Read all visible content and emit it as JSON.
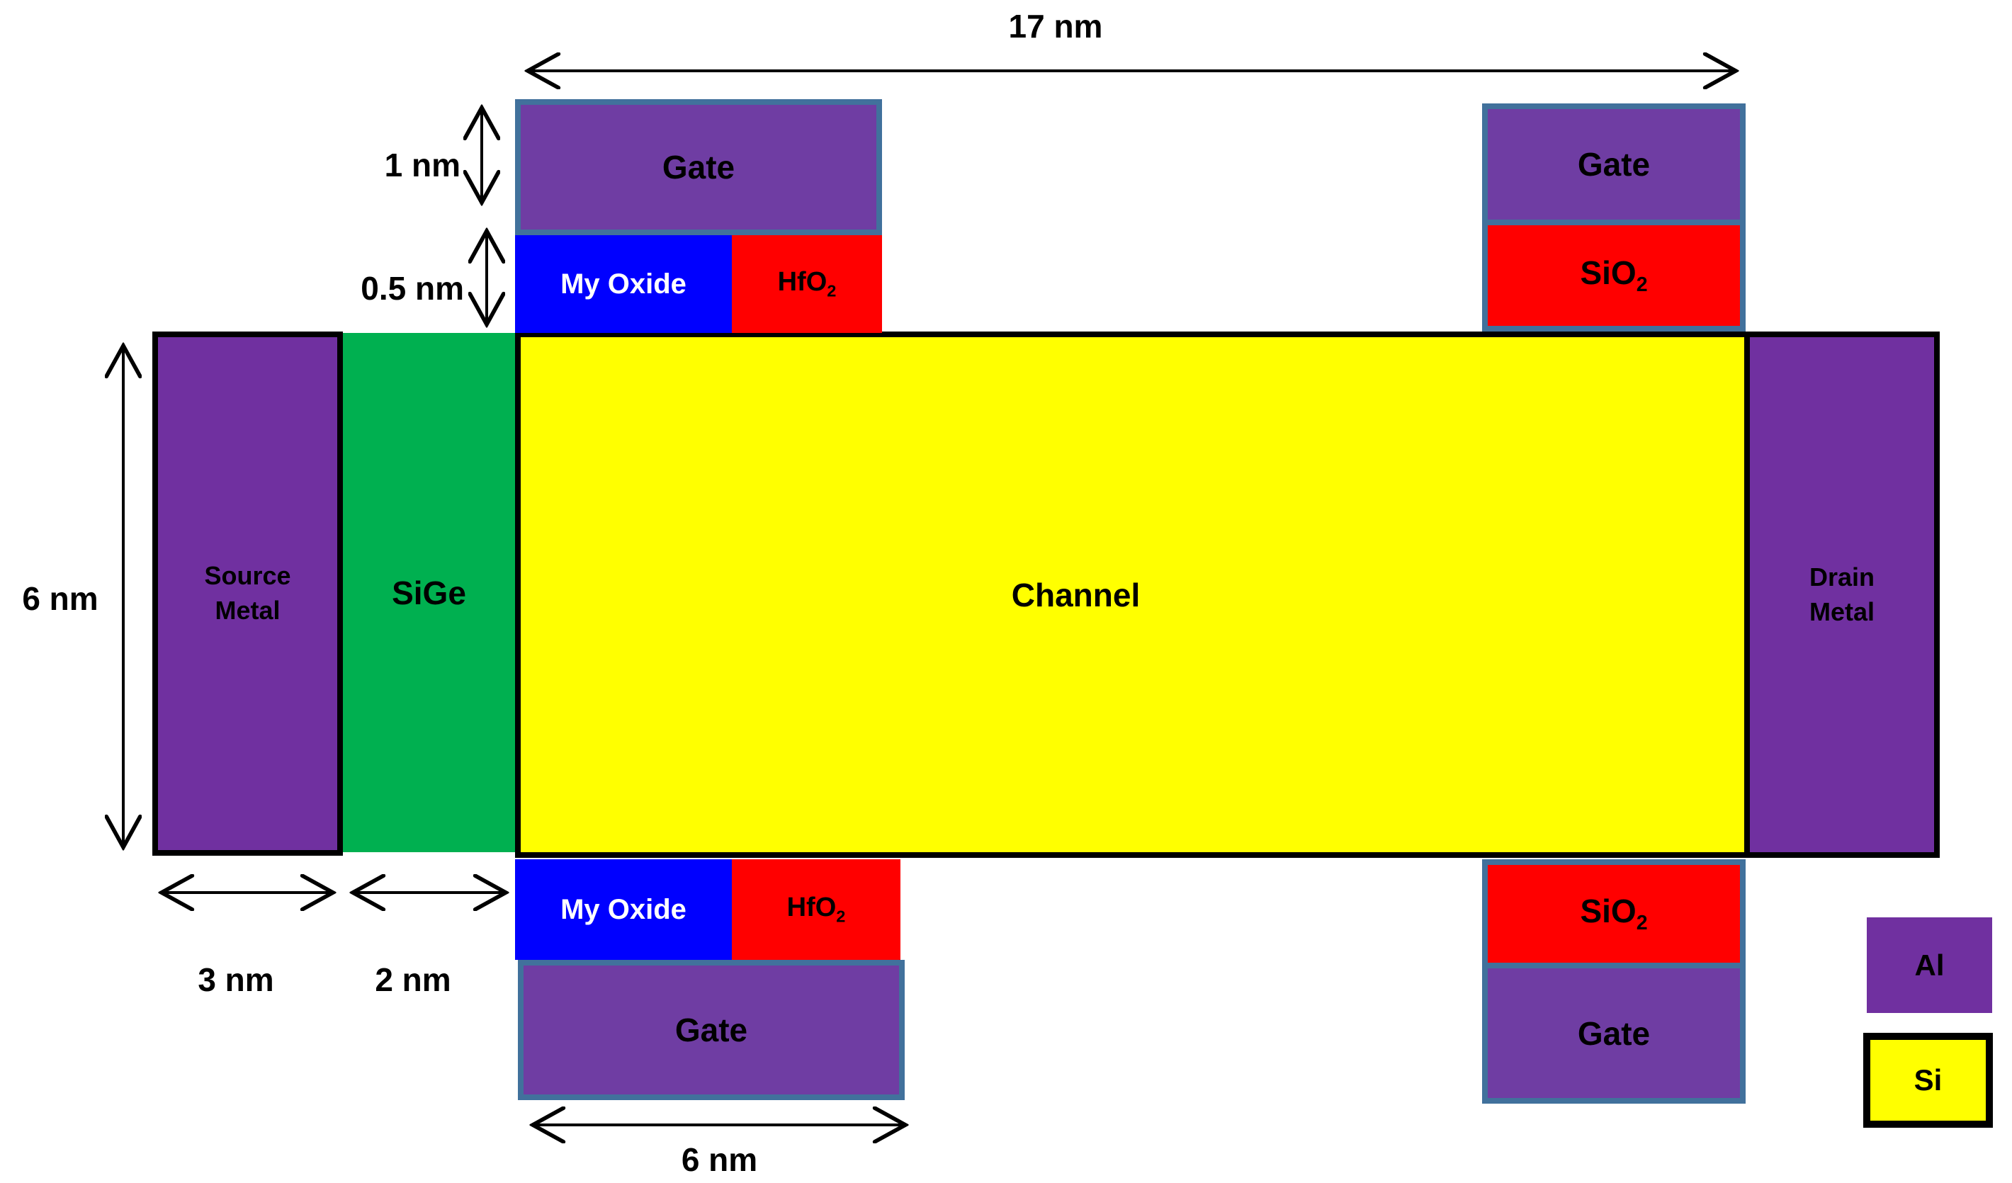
{
  "labels": {
    "gate": "Gate",
    "my_oxide": "My Oxide",
    "hfo2": {
      "base": "HfO",
      "sub": "2"
    },
    "sio2": {
      "base": "SiO",
      "sub": "2"
    },
    "source": {
      "line1": "Source",
      "line2": "Metal"
    },
    "drain": {
      "line1": "Drain",
      "line2": "Metal"
    },
    "sige": "SiGe",
    "channel": "Channel"
  },
  "dimensions": {
    "total_gate_span": "17 nm",
    "gate_thickness": "1 nm",
    "oxide_thickness": "0.5 nm",
    "channel_height": "6 nm",
    "source_width": "3 nm",
    "sige_width": "2 nm",
    "gate_length": "6 nm"
  },
  "legend": {
    "al": "Al",
    "si": "Si"
  },
  "colors": {
    "metal_purple": "#7030A0",
    "gate_purple": "#6F3DA3",
    "silicon_yellow": "#FFFF00",
    "sige_green": "#00B050",
    "my_oxide_blue": "#0000FF",
    "hfo2_red": "#FF0000",
    "sio2_red": "#FF0000",
    "stack_outline": "#41719C",
    "body_outline": "#000000"
  }
}
